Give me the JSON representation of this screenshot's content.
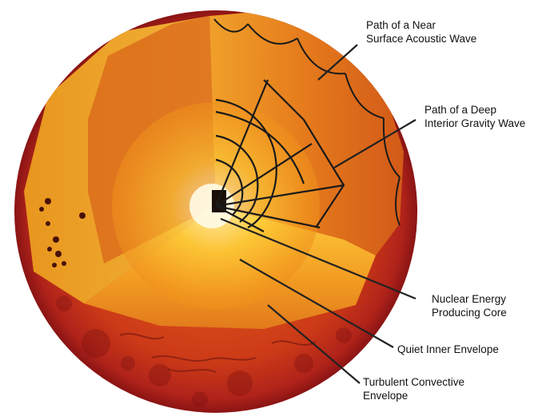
{
  "labels": {
    "acoustic": "Path of a Near\nSurface Acoustic Wave",
    "gravity": "Path of a Deep\nInterior Gravity Wave",
    "core": "Nuclear Energy\nProducing Core",
    "quiet": "Quiet Inner Envelope",
    "turbulent": "Turbulent Convective\nEnvelope"
  },
  "colors": {
    "photosphere_dark": "#9a1616",
    "photosphere_mid": "#c8361a",
    "envelope_orange": "#e8851c",
    "core_white": "#fffbe6",
    "core_yellow": "#ffd23a",
    "leader_line": "#222222"
  }
}
